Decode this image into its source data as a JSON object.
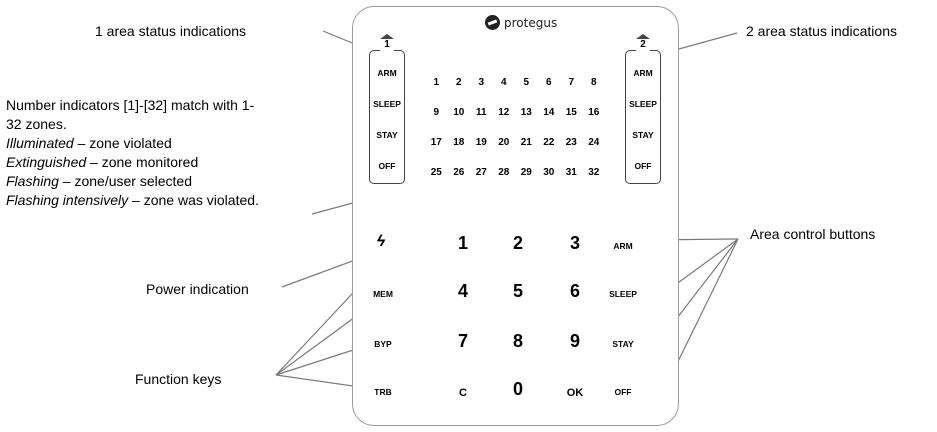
{
  "annotations": {
    "area1_status": "1 area status indications",
    "area2_status": "2 area status indications",
    "number_indicators_line1": "Number indicators [1]-[32] match with 1-",
    "number_indicators_line2": "32 zones.",
    "illuminated_term": "Illuminated",
    "illuminated_desc": " – zone violated",
    "extinguished_term": "Extinguished",
    "extinguished_desc": " – zone monitored",
    "flashing_term": "Flashing",
    "flashing_desc": " – zone/user selected",
    "flashing_int_term": "Flashing intensively",
    "flashing_int_desc": " – zone was violated.",
    "power_indication": "Power indication",
    "function_keys": "Function keys",
    "area_control_buttons": "Area control buttons"
  },
  "keypad": {
    "brand": "protegus",
    "area1_marker": "1",
    "area2_marker": "2",
    "area_statuses": [
      "ARM",
      "SLEEP",
      "STAY",
      "OFF"
    ],
    "zones": [
      [
        "1",
        "2",
        "3",
        "4",
        "5",
        "6",
        "7",
        "8"
      ],
      [
        "9",
        "10",
        "11",
        "12",
        "13",
        "14",
        "15",
        "16"
      ],
      [
        "17",
        "18",
        "19",
        "20",
        "21",
        "22",
        "23",
        "24"
      ],
      [
        "25",
        "26",
        "27",
        "28",
        "29",
        "30",
        "31",
        "32"
      ]
    ],
    "power_symbol": "ϟ",
    "keys": {
      "k1": "1",
      "k2": "2",
      "k3": "3",
      "k4": "4",
      "k5": "5",
      "k6": "6",
      "k7": "7",
      "k8": "8",
      "k9": "9",
      "kc": "C",
      "k0": "0",
      "kok": "OK",
      "mem": "MEM",
      "byp": "BYP",
      "trb": "TRB",
      "arm": "ARM",
      "sleep": "SLEEP",
      "stay": "STAY",
      "off": "OFF"
    }
  }
}
